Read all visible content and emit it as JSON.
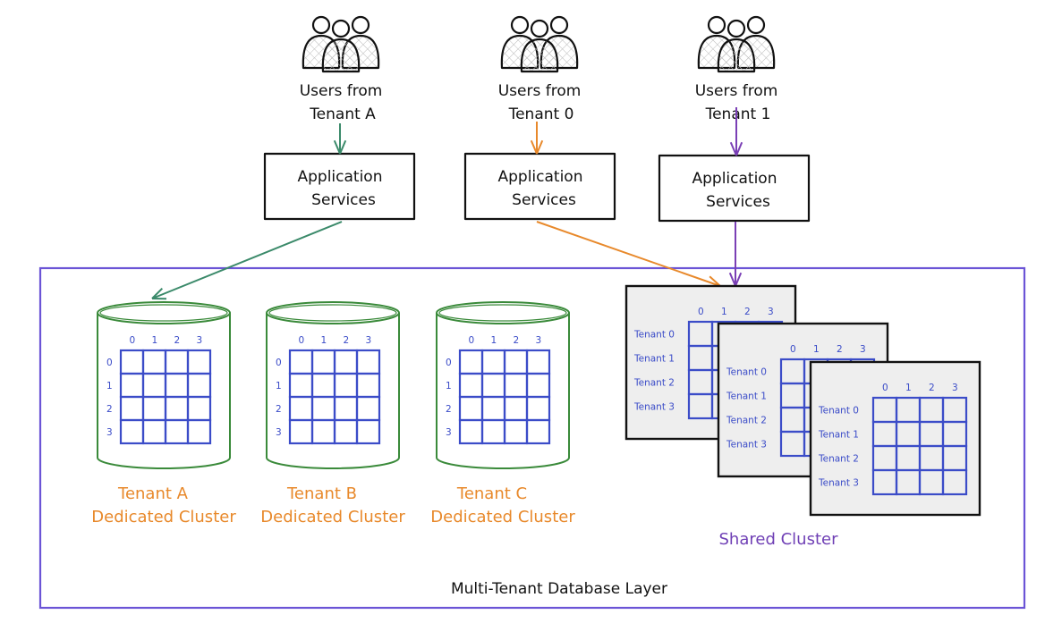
{
  "colors": {
    "tenant_a_flow": "#3b8a6a",
    "tenant_0_flow": "#e8892b",
    "tenant_1_flow": "#7a3fb5",
    "layer_border": "#6b54d6",
    "dedicated_cylinder": "#3a8a3a",
    "grid": "#3b4cc8",
    "card_fill": "#eeeeee"
  },
  "user_groups": [
    {
      "line1": "Users from",
      "line2": "Tenant A",
      "icon": "users-group-icon"
    },
    {
      "line1": "Users from",
      "line2": "Tenant 0",
      "icon": "users-group-icon"
    },
    {
      "line1": "Users from",
      "line2": "Tenant 1",
      "icon": "users-group-icon"
    }
  ],
  "app_services": [
    {
      "line1": "Application",
      "line2": "Services"
    },
    {
      "line1": "Application",
      "line2": "Services"
    },
    {
      "line1": "Application",
      "line2": "Services"
    }
  ],
  "grid_columns": [
    "0",
    "1",
    "2",
    "3"
  ],
  "grid_rows": [
    "0",
    "1",
    "2",
    "3"
  ],
  "dedicated_clusters": [
    {
      "line1": "Tenant A",
      "line2": "Dedicated Cluster"
    },
    {
      "line1": "Tenant B",
      "line2": "Dedicated Cluster"
    },
    {
      "line1": "Tenant C",
      "line2": "Dedicated Cluster"
    }
  ],
  "shared_cluster": {
    "label": "Shared Cluster",
    "tenant_rows": [
      "Tenant 0",
      "Tenant 1",
      "Tenant 2",
      "Tenant 3"
    ]
  },
  "layer_label": "Multi-Tenant Database Layer"
}
